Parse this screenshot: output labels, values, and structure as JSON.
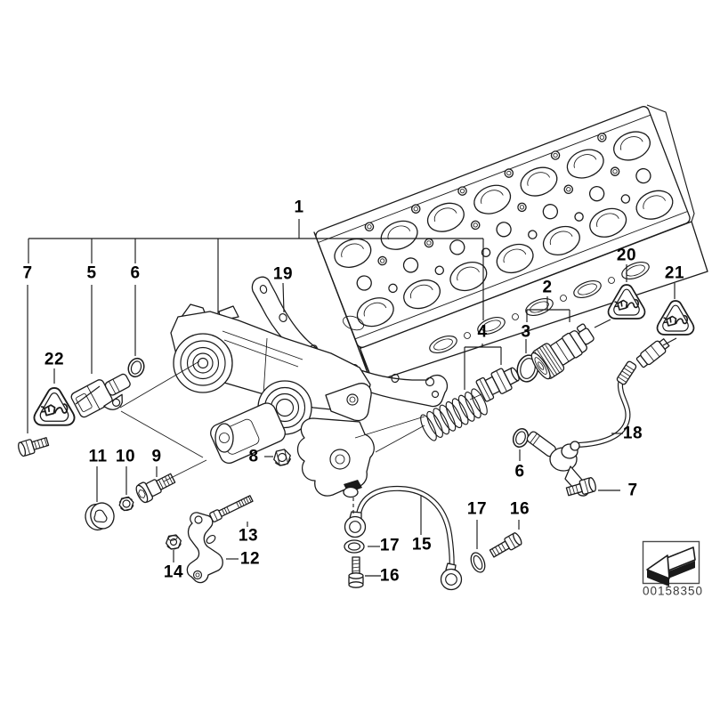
{
  "colors": {
    "background": "#ffffff",
    "line_art": "#1a1a1a",
    "callout_text": "#000000",
    "part_number_text": "#3a3a3a"
  },
  "callouts": [
    {
      "label": "1"
    },
    {
      "label": "2"
    },
    {
      "label": "3"
    },
    {
      "label": "4"
    },
    {
      "label": "5"
    },
    {
      "label": "6"
    },
    {
      "label": "7"
    },
    {
      "label": "19"
    },
    {
      "label": "20"
    },
    {
      "label": "21"
    },
    {
      "label": "22"
    },
    {
      "label": "8"
    },
    {
      "label": "9"
    },
    {
      "label": "10"
    },
    {
      "label": "11"
    },
    {
      "label": "13"
    },
    {
      "label": "12"
    },
    {
      "label": "14"
    },
    {
      "label": "6"
    },
    {
      "label": "7"
    },
    {
      "label": "18"
    },
    {
      "label": "15"
    },
    {
      "label": "17"
    },
    {
      "label": "16"
    },
    {
      "label": "17"
    },
    {
      "label": "16"
    }
  ],
  "icons": {
    "warning_triangle": "electrical-plug-cable-warning-icon",
    "footer_arrow": "direction-arrow-icon"
  },
  "footer": {
    "part_number": "00158350"
  }
}
